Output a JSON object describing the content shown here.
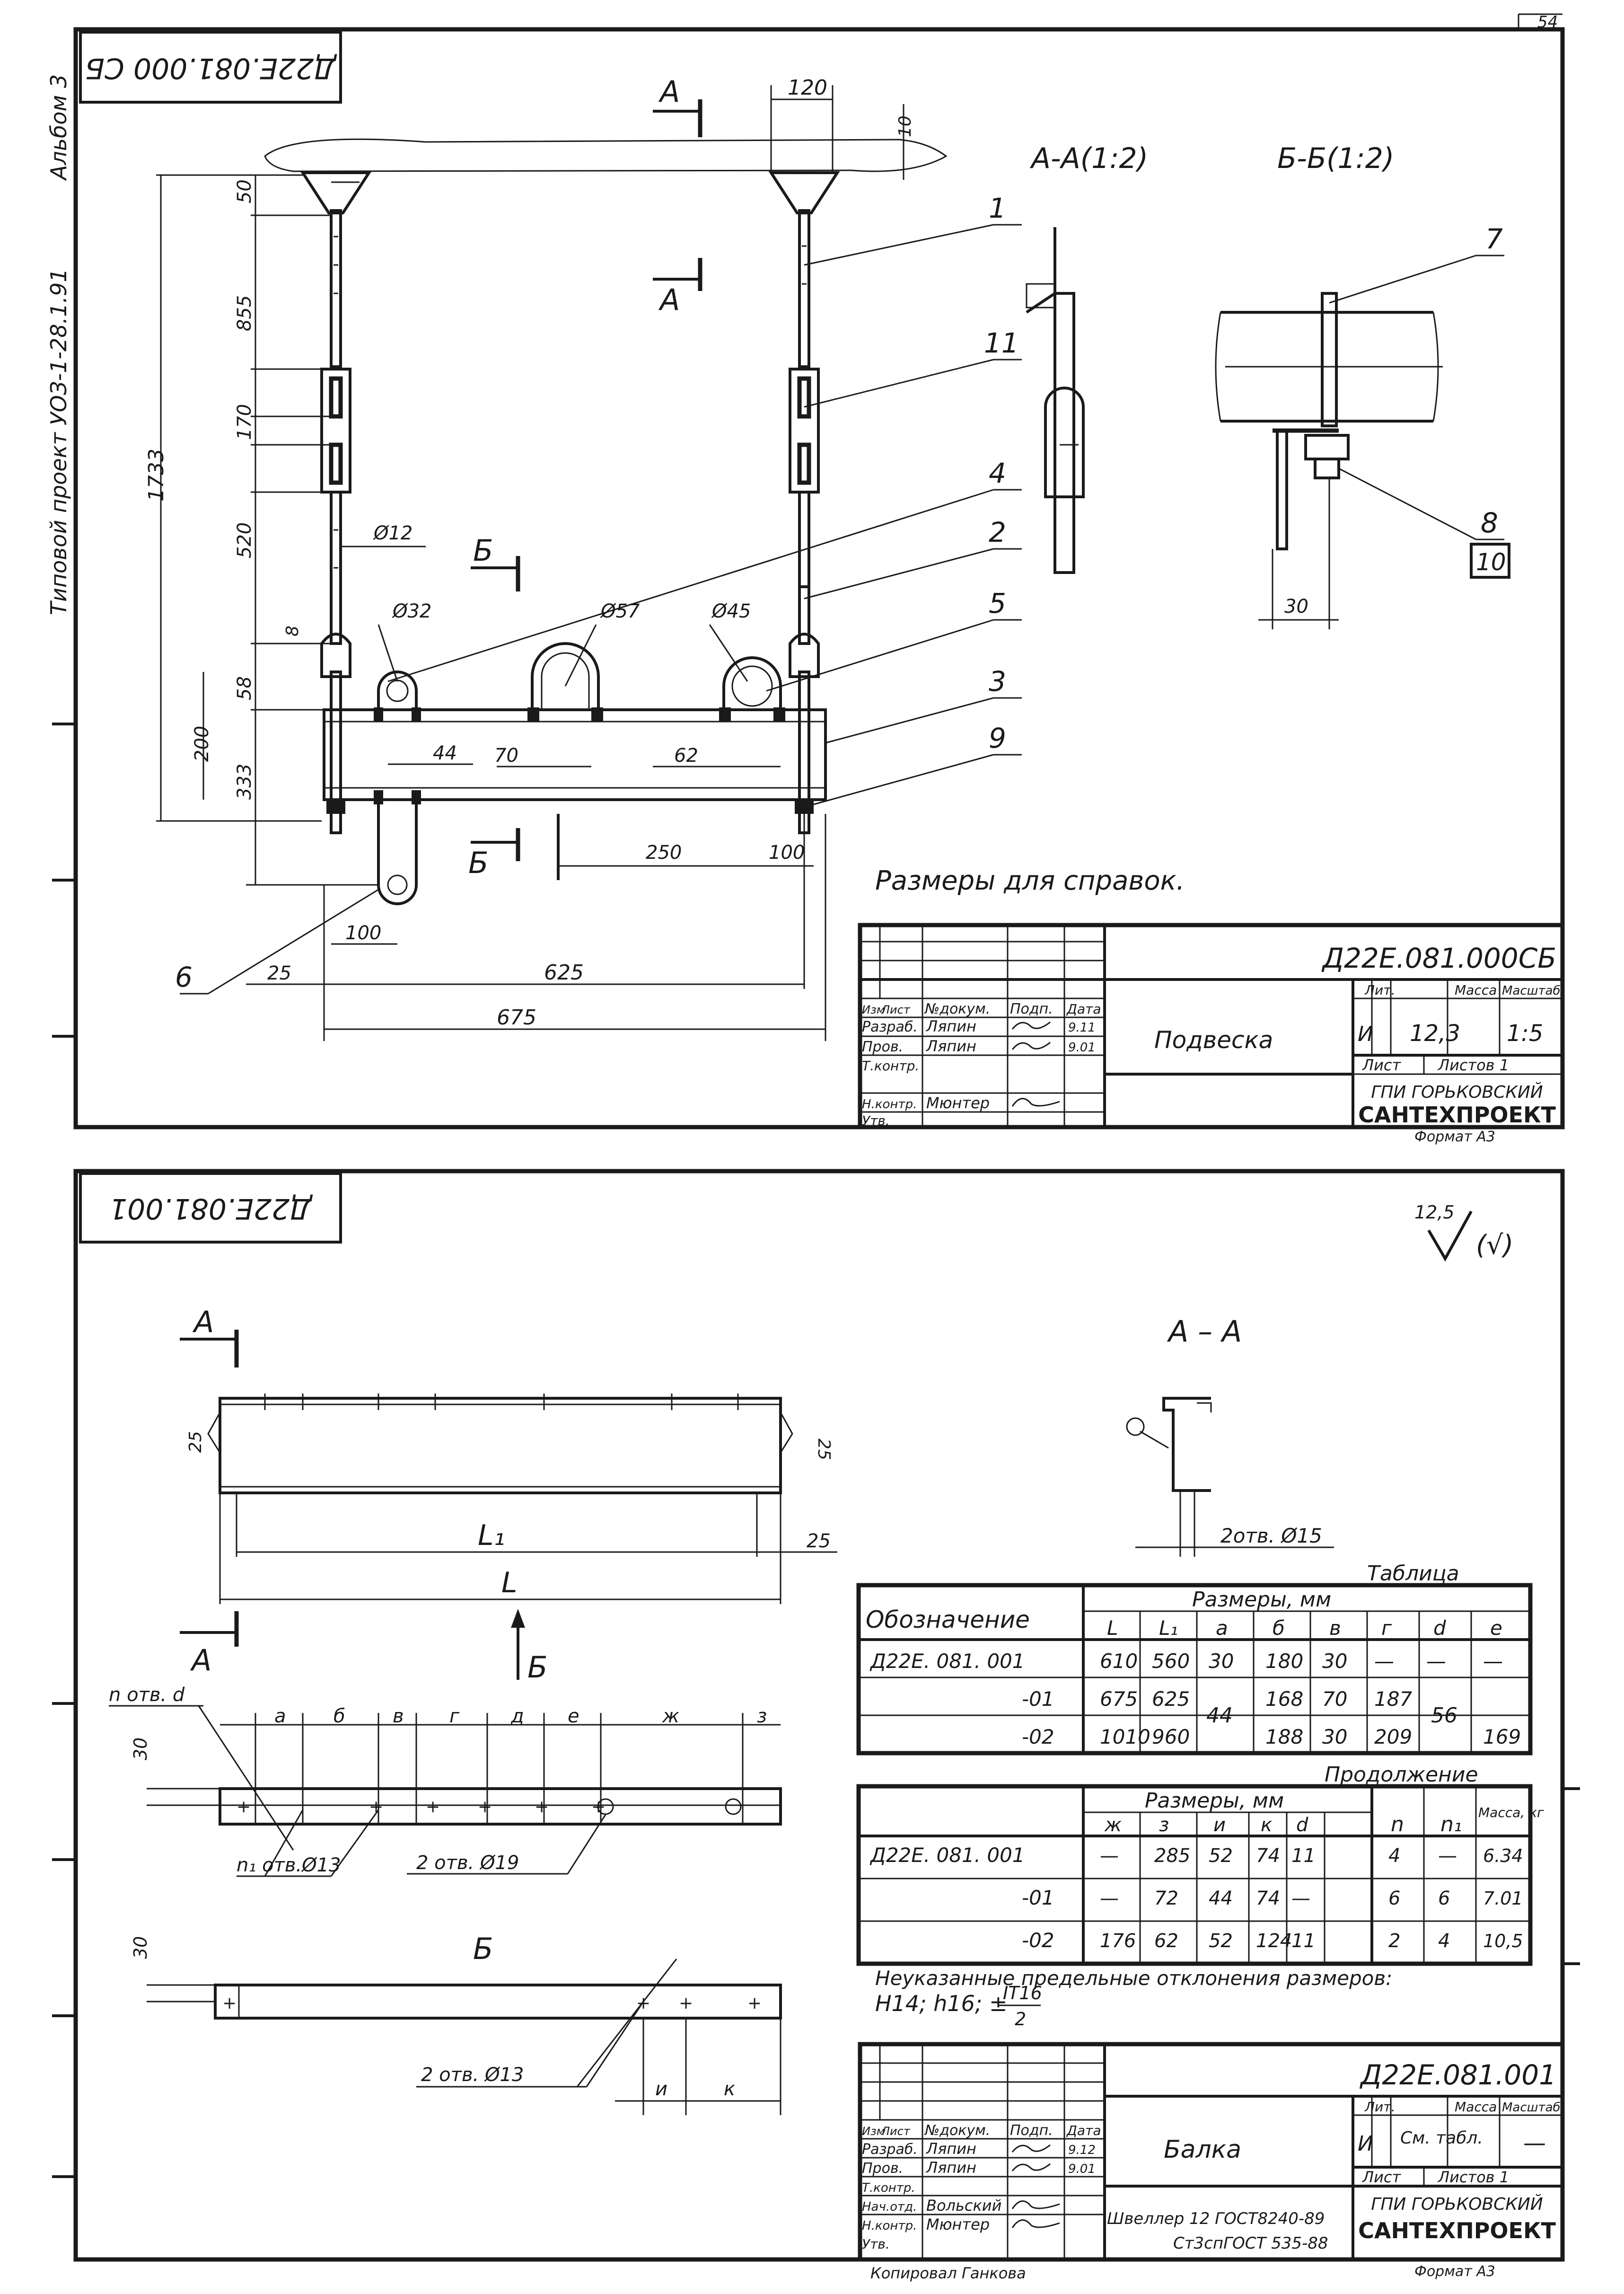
{
  "sheet_top": {
    "stamp_code": "Д22Е.081.000 СБ",
    "side_text": "Типовой проект УОЗ-1-28.1.91",
    "album": "Альбом 3",
    "page_number": "54",
    "section_aa": "А-А(1:2)",
    "section_bb": "Б-Б(1:2)",
    "cut_a": "А",
    "cut_b": "Б",
    "note": "Размеры для справок.",
    "positions": [
      "1",
      "11",
      "4",
      "2",
      "5",
      "3",
      "9",
      "6",
      "7",
      "8",
      "10"
    ],
    "dims": {
      "d120": "120",
      "d10": "10",
      "d50": "50",
      "d855": "855",
      "d170": "170",
      "d520": "520",
      "d1733": "1733",
      "d12": "Ø12",
      "d8": "8",
      "d58": "58",
      "d200": "200",
      "d333": "333",
      "d32": "Ø32",
      "d57": "Ø57",
      "d45": "Ø45",
      "d44": "44",
      "d70": "70",
      "d62": "62",
      "d250": "250",
      "d100a": "100",
      "d100b": "100",
      "d25": "25",
      "d625": "625",
      "d675": "675",
      "d30": "30"
    },
    "title_block": {
      "code": "Д22Е.081.000СБ",
      "name": "Подвеска",
      "hdr": [
        "Изм",
        "Лист",
        "№докум.",
        "Подп.",
        "Дата"
      ],
      "roles": [
        "Разраб.",
        "Пров.",
        "Т.контр.",
        "",
        "Н.контр.",
        "Утв."
      ],
      "names": [
        "Ляпин",
        "Ляпин",
        "",
        "",
        "Мюнтер",
        ""
      ],
      "dates": [
        "9.11",
        "9.01"
      ],
      "lit_label": "Лит.",
      "mass_label": "Масса",
      "scale_label": "Масштаб",
      "lit": "И",
      "mass": "12,3",
      "scale": "1:5",
      "sheet_label": "Лист",
      "sheets_label": "Листов 1",
      "org1": "ГПИ ГОРЬКОВСКИЙ",
      "org2": "САНТЕХПРОЕКТ",
      "format": "Формат А3"
    }
  },
  "sheet_bottom": {
    "stamp_code": "Д22Е.081.001",
    "roughness": "12,5",
    "roughness_paren": "(√)",
    "section_aa": "А – А",
    "cut_a": "А",
    "cut_b": "Б",
    "view_b": "Б",
    "dims": {
      "l1": "L₁",
      "l": "L",
      "d25a": "25",
      "d25b": "25",
      "d25c": "25",
      "d30a": "30",
      "d30b": "30",
      "holes_d": "n отв. d",
      "holes_n1": "n₁ отв.Ø13",
      "holes_19": "2 отв. Ø19",
      "holes_13": "2 отв. Ø13",
      "holes_15": "2отв. Ø15",
      "seg_letters": [
        "а",
        "б",
        "в",
        "г",
        "д",
        "е",
        "ж",
        "з"
      ],
      "u": "и",
      "k": "к"
    },
    "table1": {
      "caption": "Таблица",
      "head_designation": "Обозначение",
      "head_sizes": "Размеры, мм",
      "cols": [
        "L",
        "L₁",
        "а",
        "б",
        "в",
        "г",
        "d",
        "е"
      ],
      "rows": [
        {
          "name": "Д22Е. 081. 001",
          "vals": [
            "610",
            "560",
            "30",
            "180",
            "30",
            "—",
            "—",
            "—"
          ]
        },
        {
          "name": "-01",
          "vals": [
            "675",
            "625",
            "",
            "168",
            "70",
            "187",
            "",
            ""
          ]
        },
        {
          "name": "-02",
          "vals": [
            "1010",
            "960",
            "",
            "188",
            "30",
            "209",
            "",
            "169"
          ]
        }
      ],
      "merged_a": "44",
      "merged_d": "56",
      "row1_e": "—"
    },
    "table2": {
      "caption": "Продолжение",
      "head_sizes": "Размеры, мм",
      "cols": [
        "ж",
        "з",
        "и",
        "к",
        "d"
      ],
      "col_n": "n",
      "col_n1": "n₁",
      "col_mass": "Масса, кг",
      "rows": [
        {
          "name": "Д22Е. 081. 001",
          "vals": [
            "—",
            "285",
            "52",
            "74",
            "11"
          ],
          "n": "4",
          "n1": "—",
          "mass": "6.34"
        },
        {
          "name": "-01",
          "vals": [
            "—",
            "72",
            "44",
            "74",
            "—"
          ],
          "n": "6",
          "n1": "6",
          "mass": "7.01"
        },
        {
          "name": "-02",
          "vals": [
            "176",
            "62",
            "52",
            "124",
            "11"
          ],
          "n": "2",
          "n1": "4",
          "mass": "10,5"
        }
      ]
    },
    "tolerance_note": "Неуказанные предельные отклонения размеров:",
    "tolerance_value": "Н14; h16; ±",
    "tolerance_frac_top": "IT16",
    "tolerance_frac_bot": "2",
    "title_block": {
      "code": "Д22Е.081.001",
      "name": "Балка",
      "hdr": [
        "Изм",
        "Лист",
        "№докум.",
        "Подп.",
        "Дата"
      ],
      "roles": [
        "Разраб.",
        "Пров.",
        "Т.контр.",
        "Нач.отд.",
        "Н.контр.",
        "Утв."
      ],
      "names": [
        "Ляпин",
        "Ляпин",
        "",
        "Вольский",
        "Мюнтер",
        ""
      ],
      "dates": [
        "9.12",
        "9.01"
      ],
      "lit_label": "Лит.",
      "mass_label": "Масса",
      "scale_label": "Масштаб",
      "lit": "И",
      "mass": "См. табл.",
      "scale": "—",
      "sheet_label": "Лист",
      "sheets_label": "Листов 1",
      "material1": "Швеллер 12 ГОСТ8240-89",
      "material2": "Ст3спГОСТ 535-88",
      "org1": "ГПИ ГОРЬКОВСКИЙ",
      "org2": "САНТЕХПРОЕКТ",
      "format": "Формат А3",
      "copied": "Копировал Ганкова"
    }
  }
}
